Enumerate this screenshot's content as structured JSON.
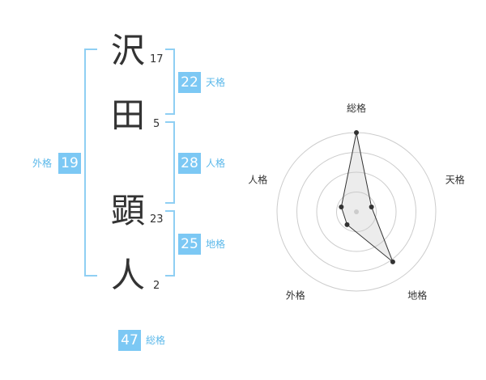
{
  "name": {
    "chars": [
      {
        "char": "沢",
        "strokes": "17"
      },
      {
        "char": "田",
        "strokes": "5"
      },
      {
        "char": "顕",
        "strokes": "23"
      },
      {
        "char": "人",
        "strokes": "2"
      }
    ]
  },
  "kakusu": {
    "tenkaku": {
      "value": "22",
      "label": "天格"
    },
    "jinkaku": {
      "value": "28",
      "label": "人格"
    },
    "chikaku": {
      "value": "25",
      "label": "地格"
    },
    "gaikaku": {
      "value": "19",
      "label": "外格"
    },
    "soukaku": {
      "value": "47",
      "label": "総格"
    }
  },
  "colors": {
    "badge": "#7cc8f4",
    "bracket": "#8fcff3",
    "label": "#5bb8ea"
  },
  "chart_data": {
    "type": "radar",
    "axes": [
      "総格",
      "天格",
      "地格",
      "外格",
      "人格"
    ],
    "rings": 4,
    "values": [
      1.0,
      0.2,
      0.78,
      0.2,
      0.2
    ]
  }
}
